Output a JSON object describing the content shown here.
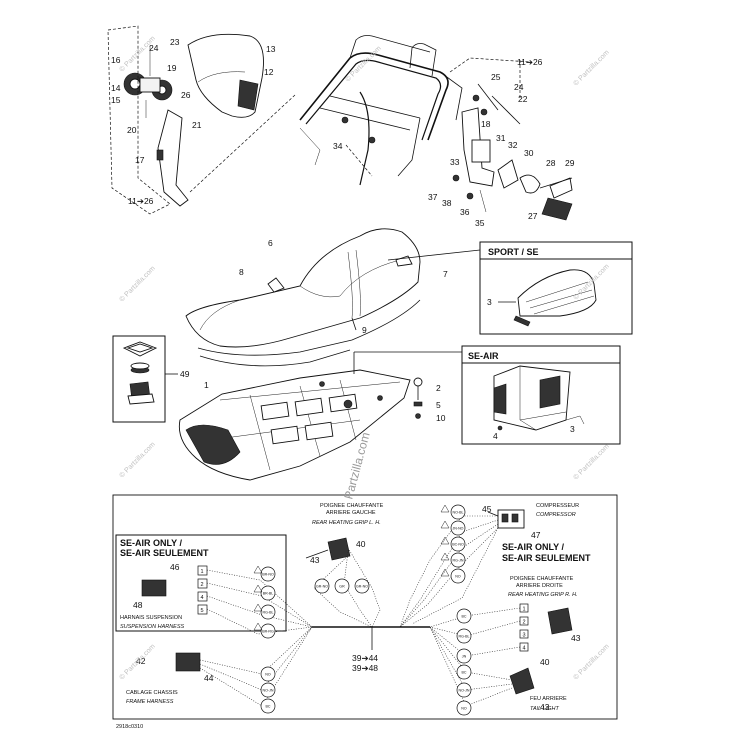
{
  "boxes": {
    "sport_se": "SPORT / SE",
    "se_air": "SE-AIR",
    "se_air_only_left_1": "SE-AIR ONLY /",
    "se_air_only_left_2": "SE-AIR SEULEMENT",
    "se_air_only_right_1": "SE-AIR ONLY /",
    "se_air_only_right_2": "SE-AIR SEULEMENT"
  },
  "wiring_labels": {
    "rear_grip_left_fr_1": "POIGNEE CHAUFFANTE",
    "rear_grip_left_fr_2": "ARRIERE GAUCHE",
    "rear_grip_left_en": "REAR HEATING GRIP L. H.",
    "compressor_fr": "COMPRESSEUR",
    "compressor_en": "COMPRESSOR",
    "rear_grip_right_fr_1": "POIGNEE CHAUFFANTE",
    "rear_grip_right_fr_2": "ARRIERE DROITE",
    "rear_grip_right_en": "REAR HEATING GRIP R. H.",
    "suspension_fr": "HARNAIS SUSPENSION",
    "suspension_en": "SUSPENSION HARNESS",
    "frame_fr": "CABLAGE CHASSIS",
    "frame_en": "FRAME HARNESS",
    "tail_fr": "FEU ARRIERE",
    "tail_en": "TAIL LIGHT"
  },
  "wire_codes": {
    "left_col": [
      "BR-NO",
      "BR-BL",
      "RG-BL",
      "BR-RG"
    ],
    "frame_col": [
      "NO",
      "NO-JN",
      "BC"
    ],
    "center_col": [
      "GR-NO",
      "GR",
      "GR-NO"
    ],
    "right_top_col": [
      "NO-BL",
      "JN-NO",
      "BC-NO",
      "RG-JN",
      "NO"
    ],
    "right_mid_col": [
      "BC",
      "RG-BL",
      "JN"
    ],
    "right_low_col": [
      "BC",
      "NO-JN",
      "NO"
    ]
  },
  "pin_numbers": {
    "suspension": [
      "1",
      "2",
      "4",
      "5"
    ],
    "right_grip": [
      "1",
      "2",
      "3",
      "4"
    ]
  },
  "callouts": {
    "c1": "1",
    "c2": "2",
    "c3a": "3",
    "c3b": "3",
    "c4": "4",
    "c5": "5",
    "c6": "6",
    "c7": "7",
    "c8": "8",
    "c9": "9",
    "c10": "10",
    "c11_26_top": "11➔26",
    "c11_26_bottom": "11➔26",
    "c12": "12",
    "c13": "13",
    "c14": "14",
    "c15": "15",
    "c16": "16",
    "c17": "17",
    "c18": "18",
    "c19": "19",
    "c20": "20",
    "c21": "21",
    "c22": "22",
    "c23": "23",
    "c24a": "24",
    "c24b": "24",
    "c25": "25",
    "c26": "26",
    "c27": "27",
    "c28": "28",
    "c29": "29",
    "c30": "30",
    "c31": "31",
    "c32": "32",
    "c33": "33",
    "c34": "34",
    "c35": "35",
    "c36": "36",
    "c37": "37",
    "c38": "38",
    "c39_44": "39➔44",
    "c39_48": "39➔48",
    "c40a": "40",
    "c40b": "40",
    "c42": "42",
    "c43a": "43",
    "c43b": "43",
    "c43c": "43",
    "c44": "44",
    "c45": "45",
    "c46": "46",
    "c47": "47",
    "c48": "48",
    "c49": "49"
  },
  "drawing_code": "2918c0310",
  "watermarks": {
    "main": "Partzilla.com",
    "faint": "© Partzilla.com"
  }
}
